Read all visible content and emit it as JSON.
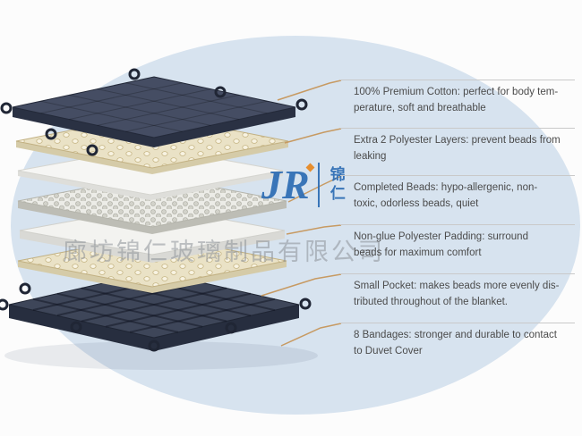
{
  "page": {
    "background": "#fcfcfc",
    "ellipse_color": "#d7e3ef"
  },
  "colors": {
    "leader_line": "#c79a62",
    "separator_rule": "#c9c9c9",
    "callout_text": "#4b4b4b",
    "navy_layer": "#454d63",
    "cream_layer": "#eae2c6",
    "logo_blue": "#2c6cb4",
    "logo_orange": "#e8871f"
  },
  "watermark": {
    "logo_monogram": "JR",
    "logo_chars": "锦仁",
    "company": "廊坊锦仁玻璃制品有限公司"
  },
  "callouts": [
    {
      "name": "premium-cotton",
      "lines": [
        "100% Premium Cotton: perfect for body tem-",
        "perature, soft and breathable"
      ]
    },
    {
      "name": "extra-polyester-layers",
      "lines": [
        "Extra 2 Polyester Layers: prevent beads from",
        "leaking"
      ]
    },
    {
      "name": "completed-beads",
      "lines": [
        "Completed Beads: hypo-allergenic, non-",
        "toxic, odorless beads, quiet"
      ]
    },
    {
      "name": "non-glue-polyester-padding",
      "lines": [
        "Non-glue Polyester Padding: surround",
        "beads for maximum comfort"
      ]
    },
    {
      "name": "small-pocket",
      "lines": [
        "Small Pocket: makes beads more evenly dis-",
        "tributed throughout of the blanket."
      ]
    },
    {
      "name": "bandages",
      "lines": [
        "8  Bandages: stronger and durable to contact",
        "to Duvet Cover"
      ]
    }
  ],
  "layers": [
    {
      "name": "premium-cotton-top-cover"
    },
    {
      "name": "polyester-layer-upper"
    },
    {
      "name": "inner-liner-sheet"
    },
    {
      "name": "beads-layer"
    },
    {
      "name": "non-glue-polyester-padding"
    },
    {
      "name": "polyester-layer-lower"
    },
    {
      "name": "bottom-cover-small-pockets"
    }
  ]
}
